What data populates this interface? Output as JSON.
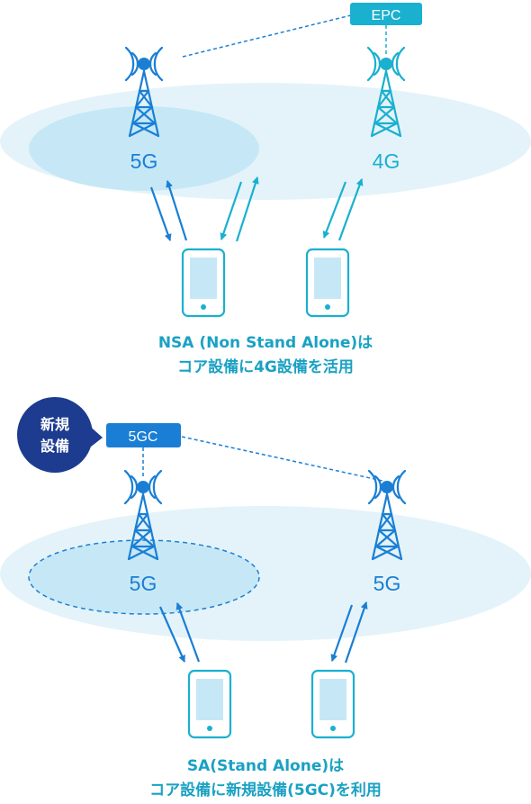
{
  "nsa": {
    "core_label": "EPC",
    "tower_left_label": "5G",
    "tower_right_label": "4G",
    "caption_line1": "NSA (Non Stand Alone)は",
    "caption_line2": "コア設備に4G設備を活用"
  },
  "sa": {
    "new_badge_line1": "新規",
    "new_badge_line2": "設備",
    "core_label": "5GC",
    "tower_left_label": "5G",
    "tower_right_label": "5G",
    "caption_line1": "SA(Stand Alone)は",
    "caption_line2": "コア設備に新規設備(5GC)を利用"
  },
  "colors": {
    "blue_5g": "#1a7fd4",
    "teal_4g": "#1ab0cf",
    "badge_navy": "#1d3c8f",
    "coverage_outer": "#e4f3fa",
    "coverage_inner": "#c6e8f6",
    "caption": "#1aa1c4"
  },
  "icons": [
    "antenna-tower-icon",
    "smartphone-icon",
    "signal-wave-icon"
  ]
}
